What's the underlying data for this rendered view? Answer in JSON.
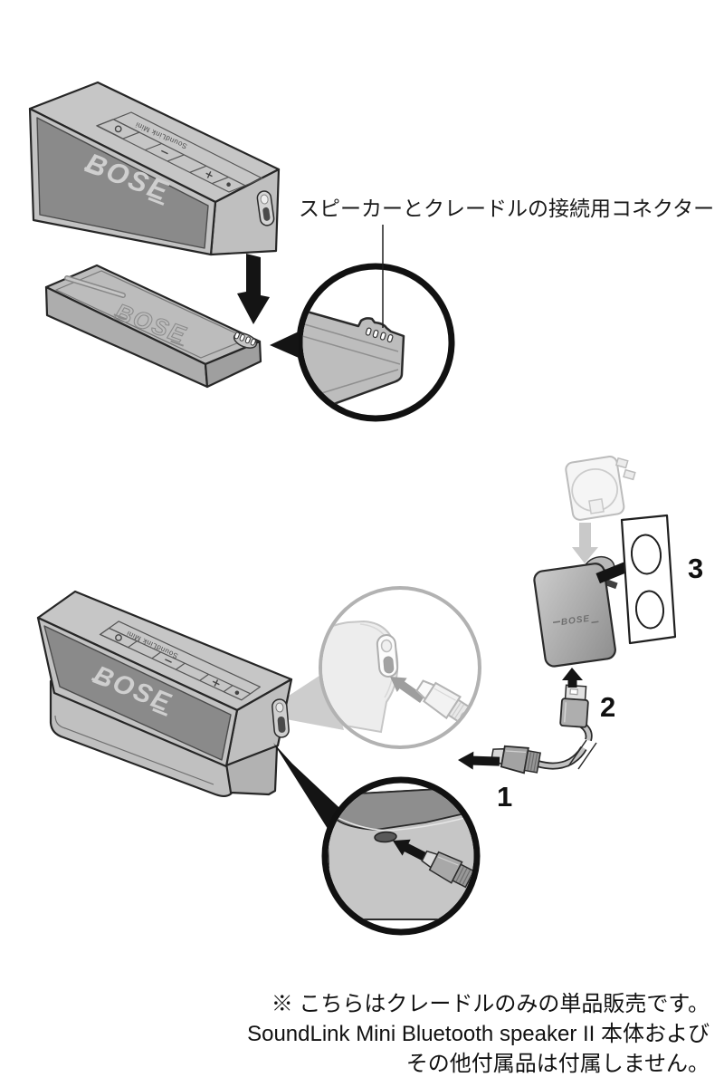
{
  "document": {
    "type": "product-manual-illustration",
    "background": "#ffffff"
  },
  "top_figure": {
    "connector_label": "スピーカーとクレードルの接続用コネクター",
    "speaker_logo": "BOSE",
    "speaker_model": "SoundLink Mini",
    "cradle_logo": "BOSE"
  },
  "bottom_figure": {
    "speaker_logo": "BOSE",
    "speaker_model": "SoundLink Mini",
    "adapter_logo": "BOSE",
    "steps": [
      {
        "label": "1"
      },
      {
        "label": "2"
      },
      {
        "label": "3"
      }
    ]
  },
  "footer_note": {
    "line1": "※ こちらはクレードルのみの単品販売です。",
    "line2": "SoundLink Mini Bluetooth speaker II 本体および",
    "line3": "その他付属品は付属しません。"
  },
  "colors": {
    "outline": "#262626",
    "speaker_grille": "#8a8a8a",
    "speaker_body": "#c4c4c4",
    "callout_ring_black": "#111111",
    "callout_ring_gray": "#b2b2b2",
    "arrow_black": "#141414",
    "faded_gray": "#cfcfcf"
  }
}
